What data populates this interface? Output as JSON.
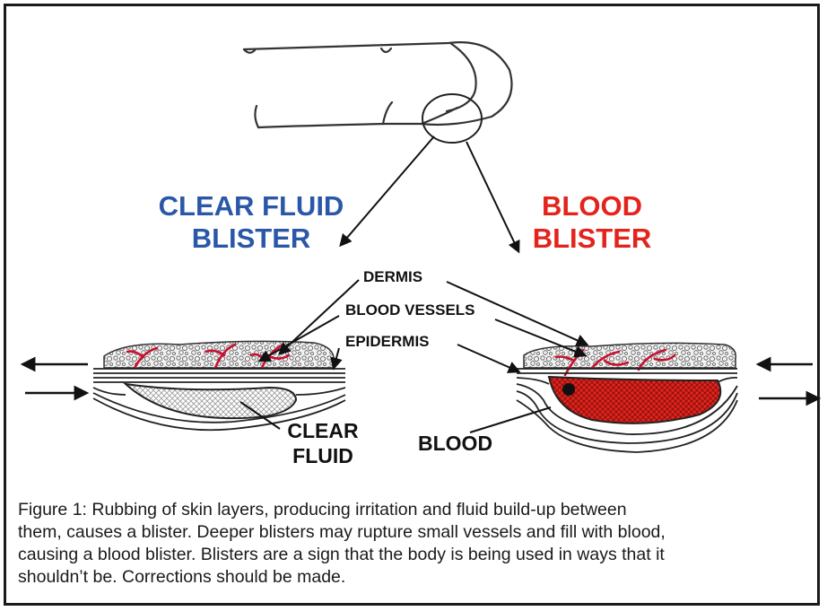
{
  "titles": {
    "clear_line1": "CLEAR FLUID",
    "clear_line2": "BLISTER",
    "blood_line1": "BLOOD",
    "blood_line2": "BLISTER"
  },
  "labels": {
    "dermis": "DERMIS",
    "blood_vessels": "BLOOD VESSELS",
    "epidermis": "EPIDERMIS",
    "clear_fluid_line1": "CLEAR",
    "clear_fluid_line2": "FLUID",
    "blood": "BLOOD"
  },
  "caption": {
    "line1": "Figure 1: Rubbing of skin layers, producing irritation and fluid build-up between",
    "line2": "them, causes a blister. Deeper blisters may rupture small vessels and fill with blood,",
    "line3": "causing a blood blister. Blisters are a sign that the body is being used in ways that it",
    "line4": "shouldn’t be. Corrections should be made."
  },
  "colors": {
    "clear_title": "#2b57a8",
    "blood_title": "#e3231c",
    "blood_fill": "#e3231c",
    "vessel": "#c8102e"
  }
}
